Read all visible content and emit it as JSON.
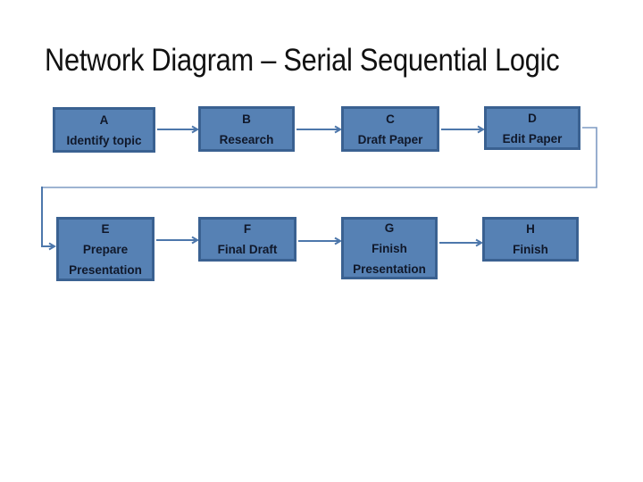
{
  "title": "Network Diagram – Serial Sequential Logic",
  "nodes": [
    {
      "id": "A",
      "lines": [
        "A",
        "Identify topic"
      ]
    },
    {
      "id": "B",
      "lines": [
        "B",
        "Research"
      ]
    },
    {
      "id": "C",
      "lines": [
        "C",
        "Draft Paper"
      ]
    },
    {
      "id": "D",
      "lines": [
        "D",
        "Edit Paper"
      ]
    },
    {
      "id": "E",
      "lines": [
        "E",
        "Prepare",
        "Presentation"
      ]
    },
    {
      "id": "F",
      "lines": [
        "F",
        "Final Draft"
      ]
    },
    {
      "id": "G",
      "lines": [
        "G",
        "Finish",
        "Presentation"
      ]
    },
    {
      "id": "H",
      "lines": [
        "H",
        "Finish"
      ]
    }
  ],
  "edges": [
    {
      "from": "A",
      "to": "B"
    },
    {
      "from": "B",
      "to": "C"
    },
    {
      "from": "C",
      "to": "D"
    },
    {
      "from": "D",
      "to": "E"
    },
    {
      "from": "E",
      "to": "F"
    },
    {
      "from": "F",
      "to": "G"
    },
    {
      "from": "G",
      "to": "H"
    }
  ],
  "colors": {
    "background": "#FFFFFF",
    "title_text": "#111111",
    "box_fill": "#5681B4",
    "box_border": "#3A6191",
    "box_text": "#10182A",
    "connector": "#4D77AB",
    "connector_light": "#7F9BC3"
  }
}
